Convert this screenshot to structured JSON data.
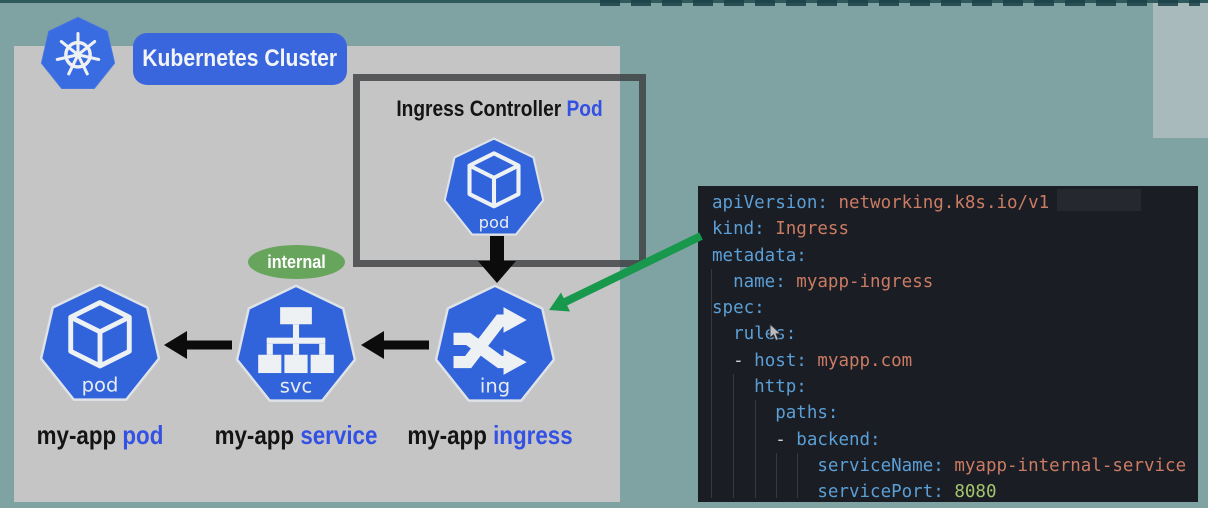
{
  "colors": {
    "background_teal": "#7fa2a3",
    "panel_gray": "#c5c5c6",
    "k8s_blue": "#3467de",
    "label_blue": "#3351e3",
    "badge_green": "#68a55c",
    "arrow_green": "#18984c",
    "code_background": "#1a1d23",
    "code_key_blue": "#5b9fd6",
    "code_string_orange": "#cb7b63",
    "code_number_green": "#a3c56f"
  },
  "cluster": {
    "label": "Kubernetes Cluster",
    "controller_title": {
      "black": "Ingress Controller",
      "blue": "Pod"
    },
    "icons": {
      "controller_pod": {
        "badge": "pod"
      },
      "ingress": {
        "badge": "ing"
      },
      "service": {
        "badge": "svc"
      },
      "pod": {
        "badge": "pod"
      }
    },
    "service_tag": "internal",
    "labels": {
      "pod": {
        "black": "my-app",
        "blue": "pod"
      },
      "service": {
        "black": "my-app",
        "blue": "service"
      },
      "ingress": {
        "black": "my-app",
        "blue": "ingress"
      }
    }
  },
  "code_editor": {
    "language": "yaml",
    "lines": [
      [
        {
          "c": "key",
          "t": "apiVersion:"
        },
        {
          "c": "str",
          "t": " networking.k8s.io/v1"
        }
      ],
      [
        {
          "c": "key",
          "t": "kind:"
        },
        {
          "c": "str",
          "t": " Ingress"
        }
      ],
      [
        {
          "c": "key",
          "t": "metadata:"
        }
      ],
      [
        {
          "c": "key",
          "t": "  name:"
        },
        {
          "c": "str",
          "t": " myapp-ingress"
        }
      ],
      [
        {
          "c": "key",
          "t": "spec:"
        }
      ],
      [
        {
          "c": "key",
          "t": "  rules:"
        }
      ],
      [
        {
          "c": "pun",
          "t": "  - "
        },
        {
          "c": "key",
          "t": "host:"
        },
        {
          "c": "str",
          "t": " myapp.com"
        }
      ],
      [
        {
          "c": "key",
          "t": "    http:"
        }
      ],
      [
        {
          "c": "key",
          "t": "      paths:"
        }
      ],
      [
        {
          "c": "pun",
          "t": "      - "
        },
        {
          "c": "key",
          "t": "backend:"
        }
      ],
      [
        {
          "c": "key",
          "t": "          serviceName:"
        },
        {
          "c": "str",
          "t": " myapp-internal-service"
        }
      ],
      [
        {
          "c": "key",
          "t": "          servicePort:"
        },
        {
          "c": "num",
          "t": " 8080"
        }
      ]
    ]
  }
}
